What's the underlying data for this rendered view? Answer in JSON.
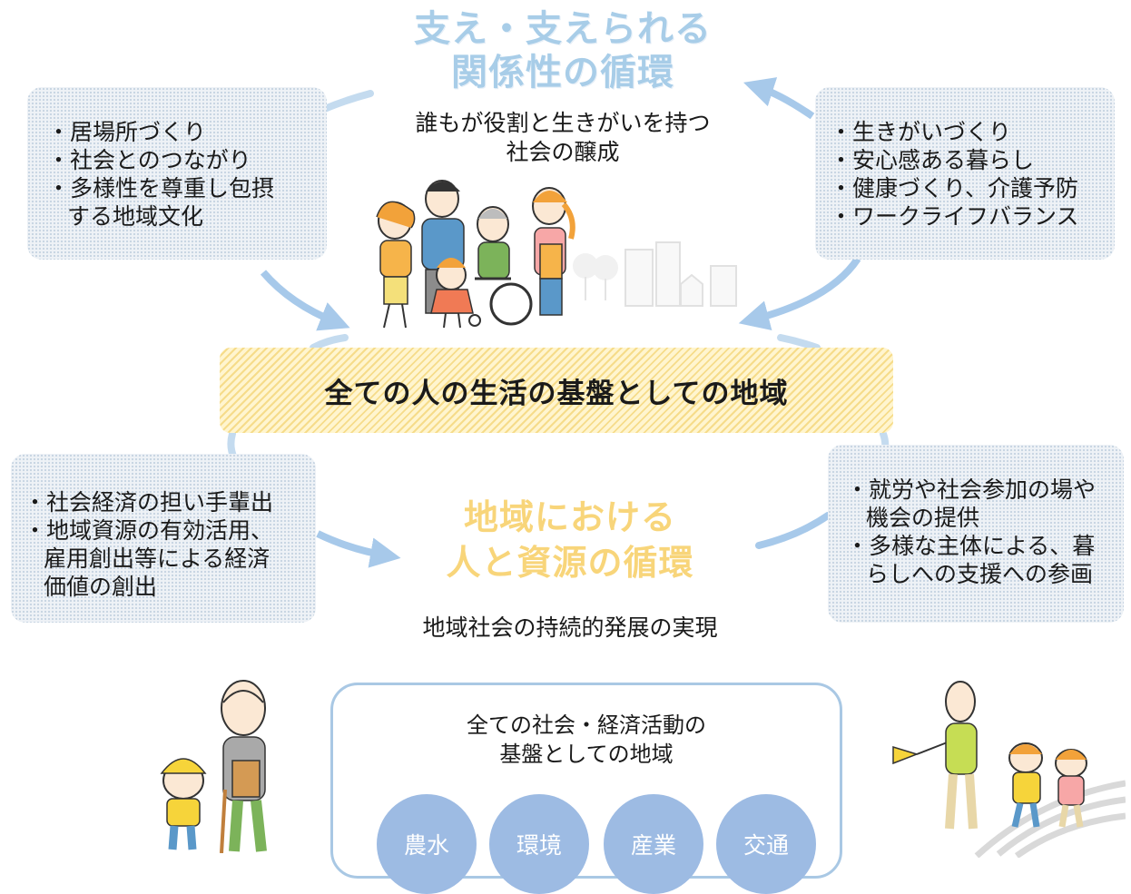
{
  "top_cycle": {
    "title_line1": "支え・支えられる",
    "title_line2": "関係性の循環",
    "subtitle_line1": "誰もが役割と生きがいを持つ",
    "subtitle_line2": "社会の醸成"
  },
  "top_left_box": {
    "items": [
      "・居場所づくり",
      "・社会とのつながり",
      "・多様性を尊重し包摂",
      "する地域文化"
    ]
  },
  "top_right_box": {
    "items": [
      "・生きがいづくり",
      "・安心感ある暮らし",
      "・健康づくり、介護予防",
      "・ワークライフバランス"
    ]
  },
  "center_band": {
    "label": "全ての人の生活の基盤としての地域"
  },
  "bottom_cycle": {
    "title_line1": "地域における",
    "title_line2": "人と資源の循環",
    "subtitle": "地域社会の持続的発展の実現"
  },
  "bottom_left_box": {
    "items": [
      "・社会経済の担い手輩出",
      "・地域資源の有効活用、",
      "雇用創出等による経済",
      "価値の創出"
    ]
  },
  "bottom_right_box": {
    "items": [
      "・就労や社会参加の場や",
      "機会の提供",
      "・多様な主体による、暮",
      "らしへの支援への参画"
    ]
  },
  "foundation_box": {
    "heading_line1": "全ての社会・経済活動の",
    "heading_line2": "基盤としての地域",
    "circles": [
      "農水",
      "環境",
      "産業",
      "交通"
    ]
  },
  "colors": {
    "arrow_blue": "#a7c9ea",
    "title_blue": "#a8cde8",
    "title_yellow": "#f8d57a",
    "circle_fill": "#9dbbe3",
    "band_hatch": "#f6dc8a"
  },
  "illustrations": [
    "family-group-illustration",
    "elder-with-child-illustration",
    "crossing-guard-with-children-illustration"
  ]
}
